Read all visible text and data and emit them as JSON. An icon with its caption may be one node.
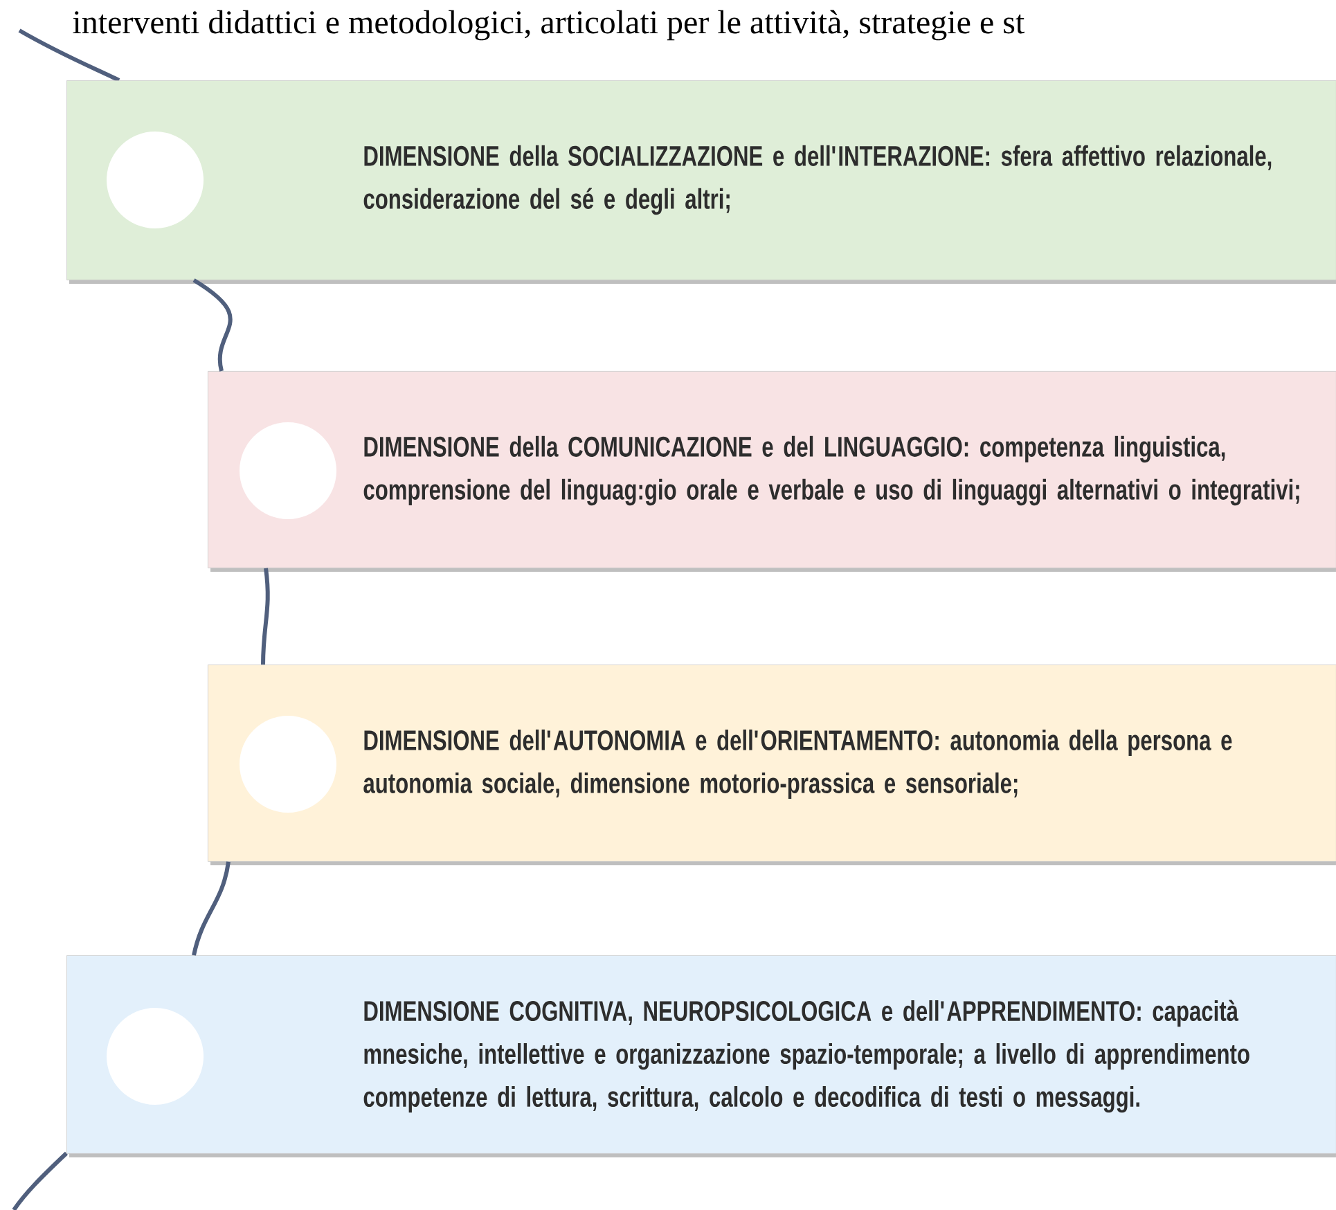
{
  "diagram": {
    "nodes": [
      {
        "text": [
          "DIMENSIONE della SOCIALIZZAZIONE e dell'INTERAZIONE: sfera affettivo relazionale, considerazione del sé e degli altri;"
        ]
      },
      {
        "text": [],
        "shape": "circle",
        "in": 0
      },
      {
        "text": [
          "DIMENSIONE della COMUNICAZIONE e del LINGUAGGIO: competenza linguistica, comprensione del linguag:gio orale e verbale e uso di linguaggi alternativi o integrativi;"
        ]
      },
      {
        "text": [],
        "shape": "circle",
        "in": 2
      },
      {
        "text": [
          "DIMENSIONE dell'AUTONOMIA e dell'ORIENTAMENTO: autonomia della persona e autonomia sociale, dimensione motorio-prassica  e sensoriale;"
        ]
      },
      {
        "text": [],
        "shape": "circle",
        "in": 4
      },
      {
        "text": [
          "DIMENSIONE COGNITIVA, NEUROPSICOLOGICA e dell'APPRENDIMENTO: capacità mnesiche, intellettive e organizzazione spazio-temporale; a livello di apprendimento competenze di lettura, scrittura, calcolo e decodifica di testi o messaggi."
        ]
      },
      {
        "text": [],
        "shape": "circle",
        "in": 6
      }
    ],
    "edges": [
      {
        "from": 0,
        "to": 2,
        "arrow": "none"
      },
      {
        "from": 2,
        "to": 4,
        "arrow": "none"
      },
      {
        "from": 4,
        "to": 6,
        "arrow": "none"
      }
    ],
    "labels": [
      "interventi didattici e metodologici, articolati per le attività, strategie e st"
    ]
  }
}
